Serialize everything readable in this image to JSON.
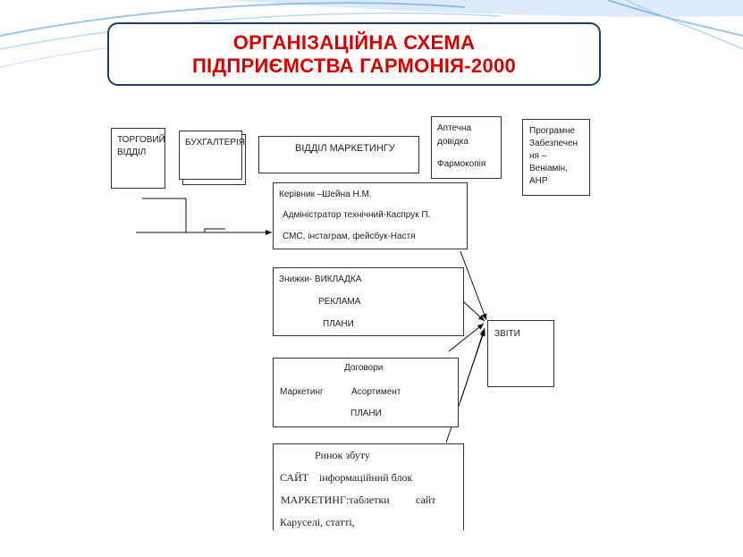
{
  "title": {
    "line1": "ОРГАНІЗАЦІЙНА СХЕМА",
    "line2": "ПІДПРИЄМСТВА ГАРМОНІЯ-2000"
  },
  "colors": {
    "title_text": "#d10000",
    "title_border": "#1f3d66",
    "deco_blue": "#5aa0d8"
  },
  "diagram": {
    "trade_dept": [
      "ТОРГОВИЙ",
      "ВІДДІЛ"
    ],
    "accounting": "БУХГАЛТЕРІЯ",
    "marketing_dept": "ВІДДІЛ МАРКЕТИНГУ",
    "pharmacy_ref": [
      "Аптечна",
      "довідка",
      "Фармокопія"
    ],
    "software": [
      "Програмне",
      "Забезпечен",
      "ня –",
      "Веніамін,",
      "АНР"
    ],
    "staff": [
      "Керівник –Шейна Н.М.",
      "Адміністратор технічний-Каспрук П.",
      "СМС, інстаграм, фейсбук-Настя"
    ],
    "promo": [
      "Знижки- ВИКЛАДКА",
      "РЕКЛАМА",
      "ПЛАНИ"
    ],
    "reports": "ЗВІТИ",
    "marketing_block": {
      "root": "Маркетинг",
      "contracts": "Договори",
      "assortment": "Асортимент",
      "plans": "ПЛАНИ"
    },
    "site_block": {
      "market": "Ринок збуту",
      "site": "САЙТ",
      "info": "інформаційний блок",
      "marketing_tabs": "МАРКЕТИНГ:таблетки",
      "site_word": "сайт",
      "carousel": "Каруселі, статті,"
    }
  }
}
